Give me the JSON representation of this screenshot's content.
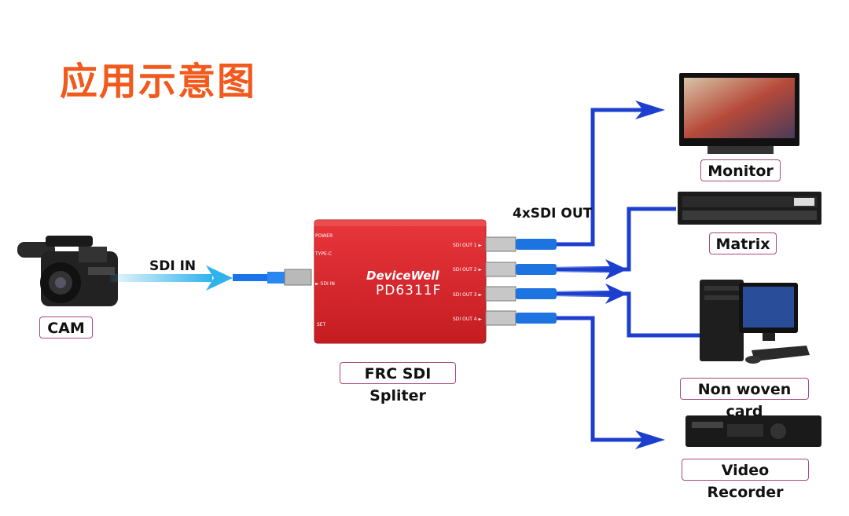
{
  "title": "应用示意图",
  "labels": {
    "cam": "CAM",
    "sdi_in": "SDI IN",
    "out": "4xSDI OUT",
    "device_caption": "FRC SDI Spliter",
    "monitor": "Monitor",
    "matrix": "Matrix",
    "computer": "Non woven card",
    "recorder": "Video Recorder"
  },
  "device": {
    "brand": "DeviceWell",
    "model": "PD6311F",
    "power": "POWER",
    "typec": "TYPE-C",
    "sdi_in": "► SDI IN",
    "set": "SET",
    "out1": "SDI OUT 1 ►",
    "out2": "SDI OUT 2 ►",
    "out3": "SDI OUT 3 ►",
    "out4": "SDI OUT 4 ►"
  },
  "colors": {
    "title": "#f25a1d",
    "device": "#d8232a",
    "cable": "#1d3fcf",
    "input_arrow": "#2fb3ec",
    "label_border": "#a8487e"
  }
}
